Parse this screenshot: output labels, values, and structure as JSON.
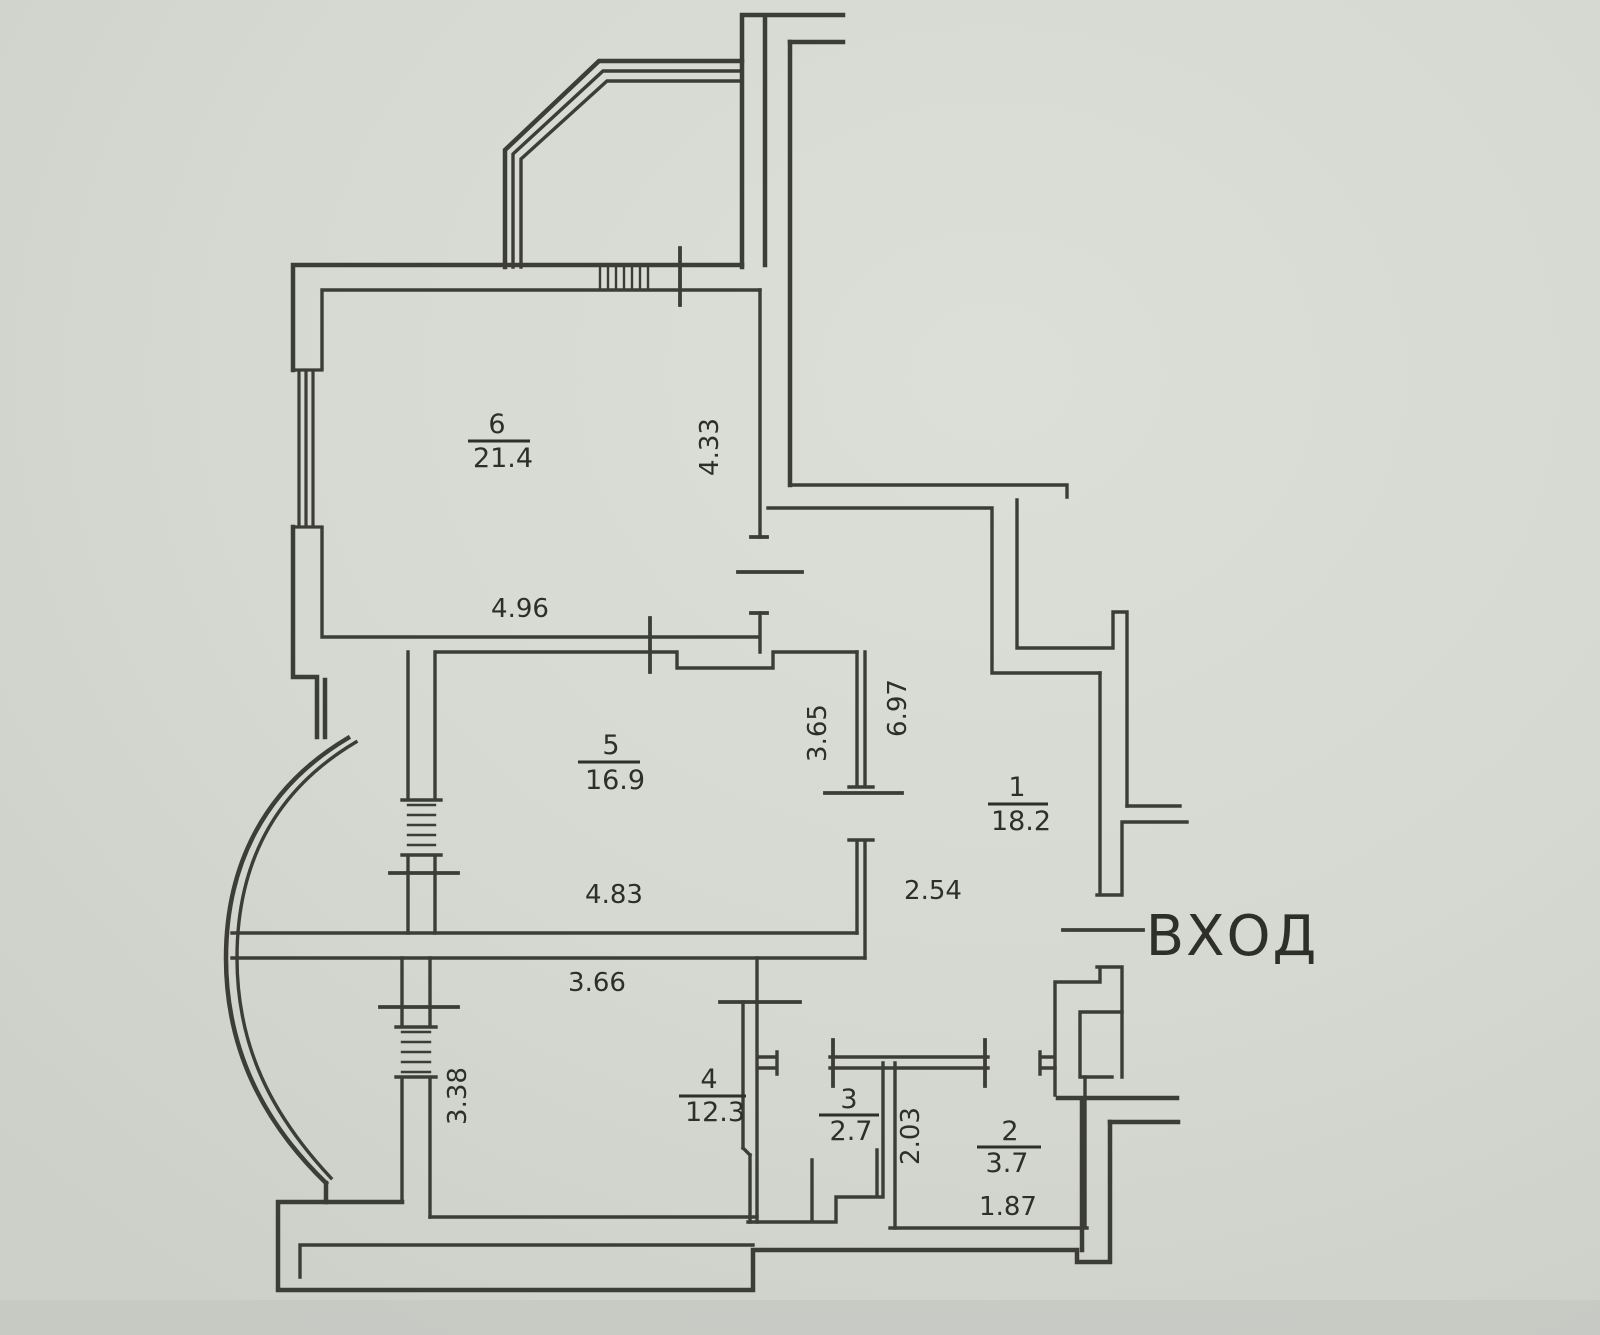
{
  "plan": {
    "entrance_label": "ВХОД",
    "rooms": [
      {
        "id": "6",
        "area": "21.4"
      },
      {
        "id": "5",
        "area": "16.9"
      },
      {
        "id": "1",
        "area": "18.2"
      },
      {
        "id": "4",
        "area": "12.3"
      },
      {
        "id": "3",
        "area": "2.7"
      },
      {
        "id": "2",
        "area": "3.7"
      }
    ],
    "dimensions": {
      "d4_33": "4.33",
      "d4_96": "4.96",
      "d3_65": "3.65",
      "d6_97": "6.97",
      "d4_83": "4.83",
      "d2_54": "2.54",
      "d3_66": "3.66",
      "d3_38": "3.38",
      "d2_03": "2.03",
      "d1_87": "1.87"
    },
    "colors": {
      "paper": "#d7d9d3",
      "ink": "#3d3d38"
    }
  }
}
